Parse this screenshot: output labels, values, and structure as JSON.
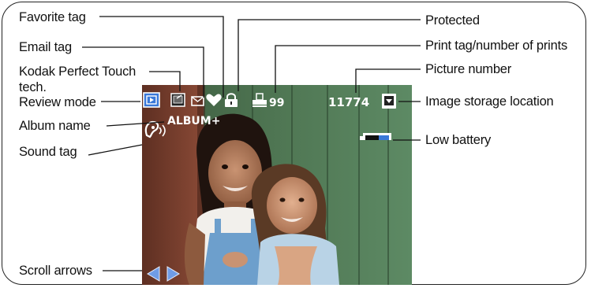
{
  "labels": {
    "favorite_tag": "Favorite tag",
    "email_tag": "Email tag",
    "kodak_perfect_touch": "Kodak Perfect Touch",
    "kodak_perfect_touch_line2": "tech.",
    "review_mode": "Review mode",
    "album_name": "Album name",
    "sound_tag": "Sound tag",
    "scroll_arrows": "Scroll arrows",
    "protected": "Protected",
    "print_tag": "Print tag/number of prints",
    "picture_number": "Picture number",
    "image_storage": "Image storage location",
    "low_battery": "Low battery"
  },
  "screen": {
    "print_count": "99",
    "picture_number": "11774",
    "album_name": "ALBUM+"
  },
  "icons": [
    "review-mode-icon",
    "perfect-touch-icon",
    "email-icon",
    "heart-icon",
    "lock-icon",
    "printer-icon",
    "storage-card-icon",
    "sound-icon",
    "battery-low-icon",
    "scroll-left-icon",
    "scroll-right-icon"
  ],
  "colors": {
    "ui_blue": "#3a78d8",
    "screen_white": "#ffffff"
  }
}
